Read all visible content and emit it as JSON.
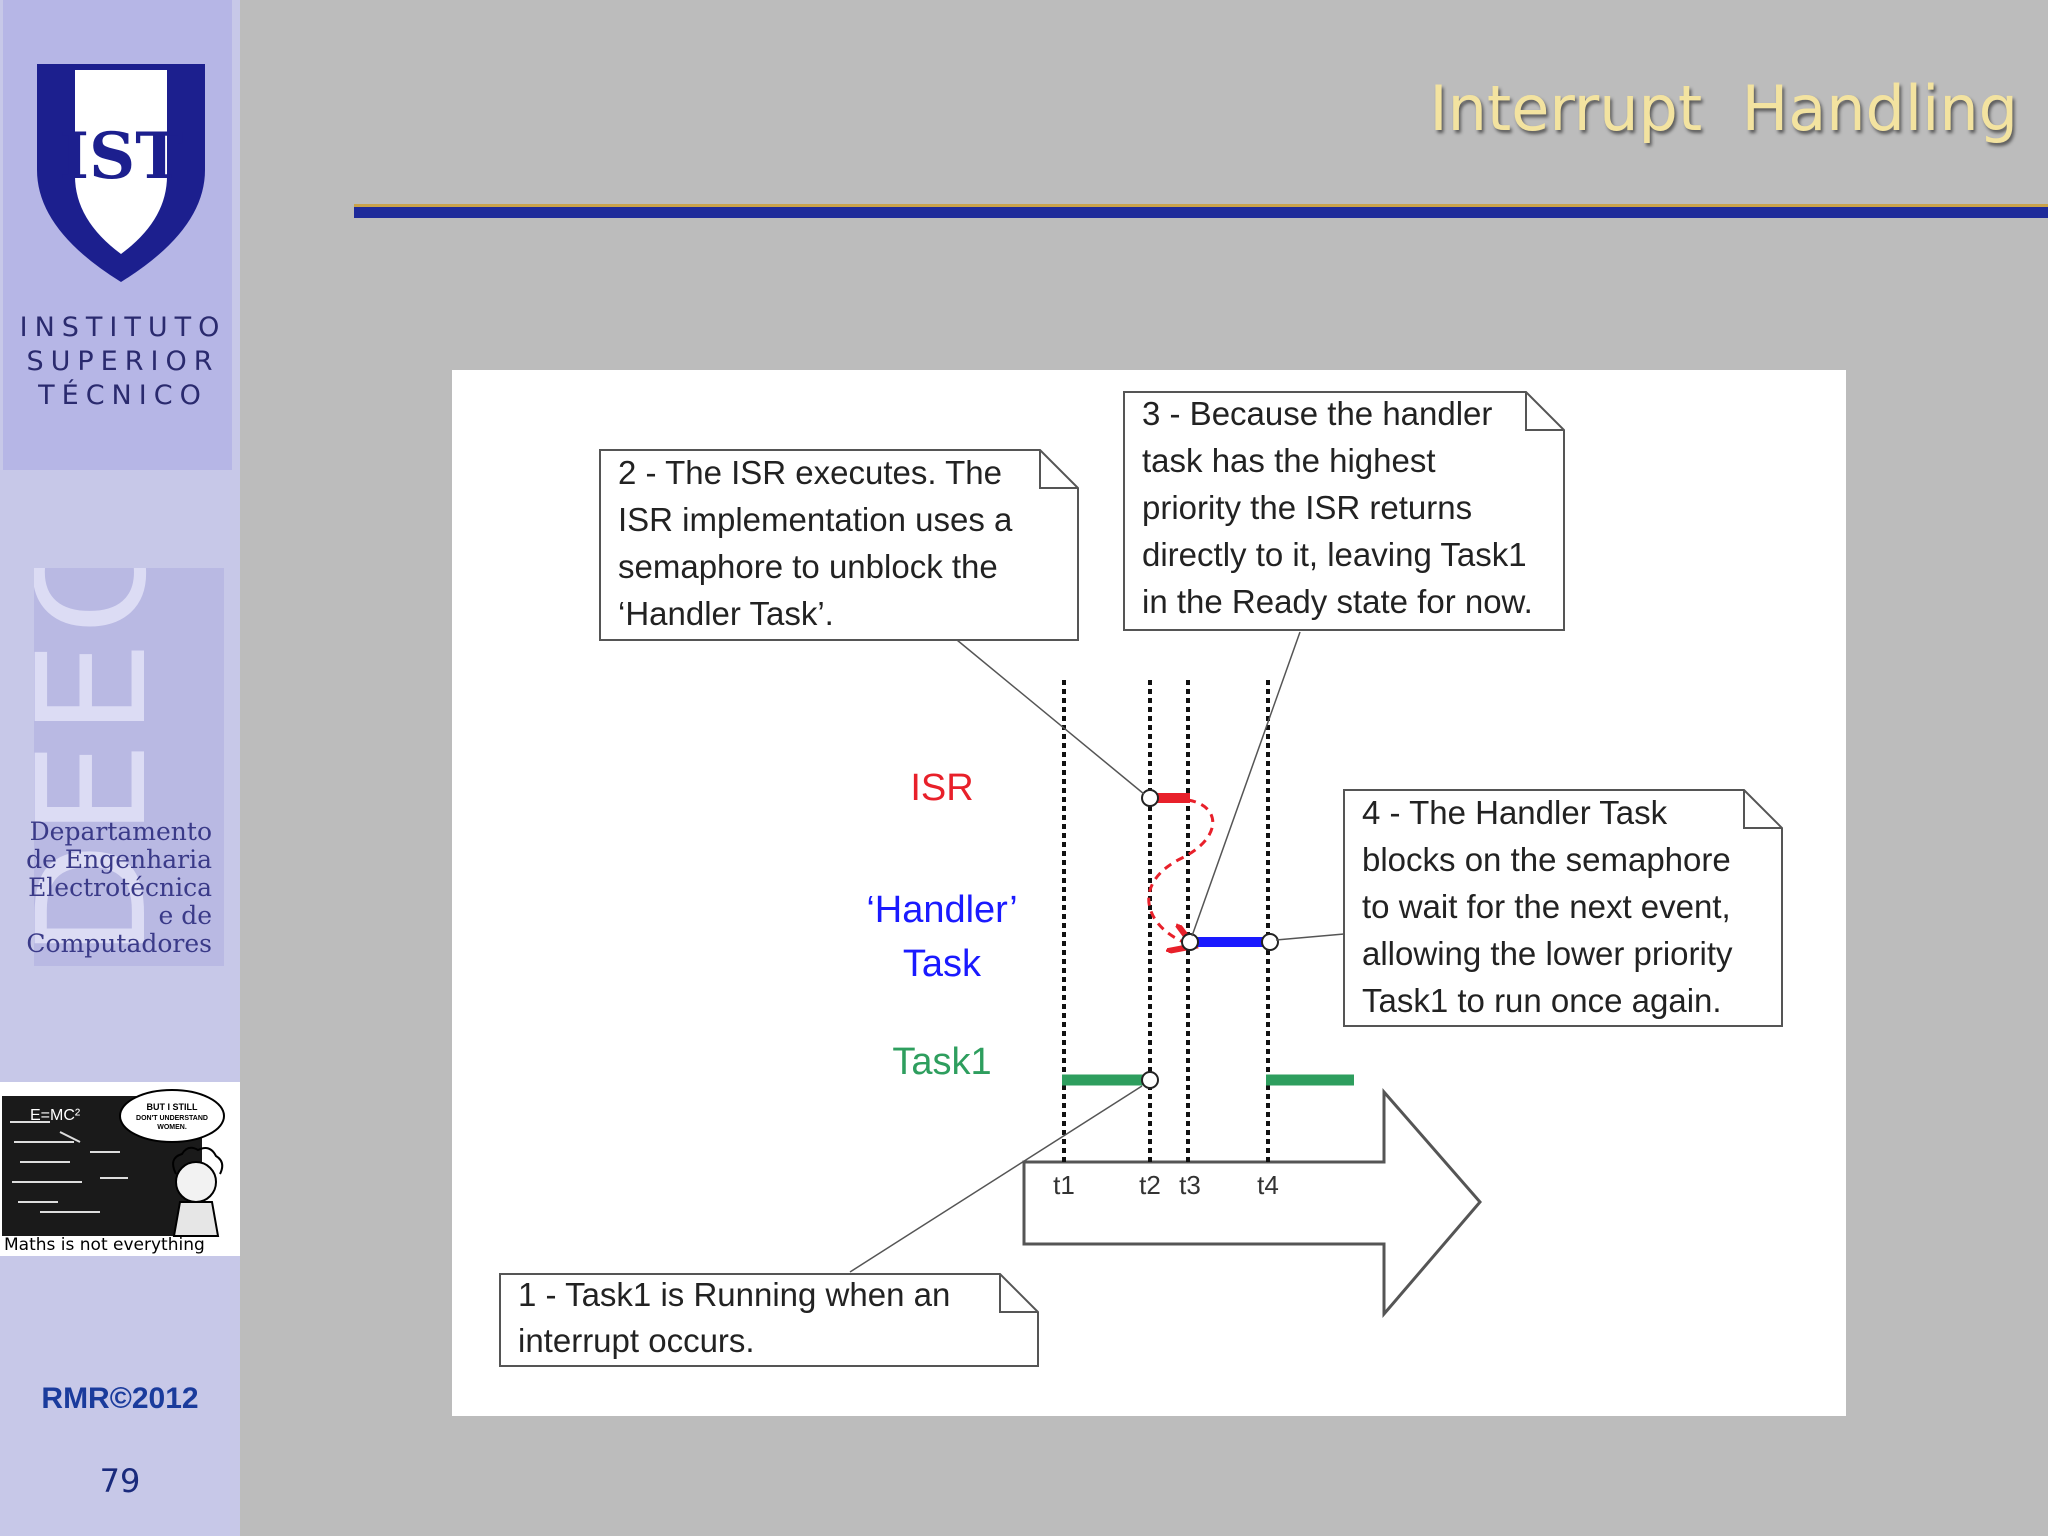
{
  "slide": {
    "title": "Interrupt  Handling",
    "footer_copy": "RMR©2012",
    "page_number": "79"
  },
  "sidebar": {
    "logo_text": "IST",
    "institute_lines": [
      "INSTITUTO",
      "SUPERIOR",
      "TÉCNICO"
    ],
    "deec_mark": "DEEC",
    "department_lines": [
      "Departamento",
      "de Engenharia",
      "Electrotécnica",
      "e de",
      "Computadores"
    ],
    "cartoon": {
      "formula": "E=MC²",
      "speech": [
        "BUT I STILL",
        "DON'T UNDERSTAND",
        "WOMEN."
      ],
      "caption": "Maths is not everything"
    }
  },
  "diagram": {
    "task_labels": {
      "isr": "ISR",
      "handler_line1": "‘Handler’",
      "handler_line2": "Task",
      "task1": "Task1"
    },
    "time_labels": [
      "t1",
      "t2",
      "t3",
      "t4"
    ],
    "notes": [
      {
        "lines": [
          "1 - Task1 is Running when an",
          "interrupt occurs."
        ]
      },
      {
        "lines": [
          "2 - The ISR executes.  The",
          "ISR implementation uses a",
          "semaphore to unblock the",
          "‘Handler Task’."
        ]
      },
      {
        "lines": [
          "3 - Because the handler",
          "task has the highest",
          "priority the ISR returns",
          "directly to it, leaving Task1",
          "in the Ready state for now."
        ]
      },
      {
        "lines": [
          "4 - The Handler Task",
          "blocks on the semaphore",
          "to wait for the next event,",
          "allowing the lower priority",
          "Task1 to run once again."
        ]
      }
    ],
    "colors": {
      "isr": "#e8202a",
      "handler": "#1a1aff",
      "task1": "#2e9e5e"
    }
  }
}
